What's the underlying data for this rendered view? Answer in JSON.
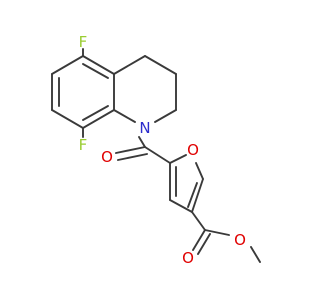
{
  "molecule": {
    "atom_labels": {
      "F1": "F",
      "F2": "F",
      "N1": "N",
      "O_carbonyl": "O",
      "O_furan": "O",
      "O_ester_dbl": "O",
      "O_ester_single": "O"
    },
    "colors": {
      "bond": "#3a3a3a",
      "fluorine": "#9acd32",
      "nitrogen": "#2d2dcc",
      "oxygen": "#e00000"
    }
  }
}
